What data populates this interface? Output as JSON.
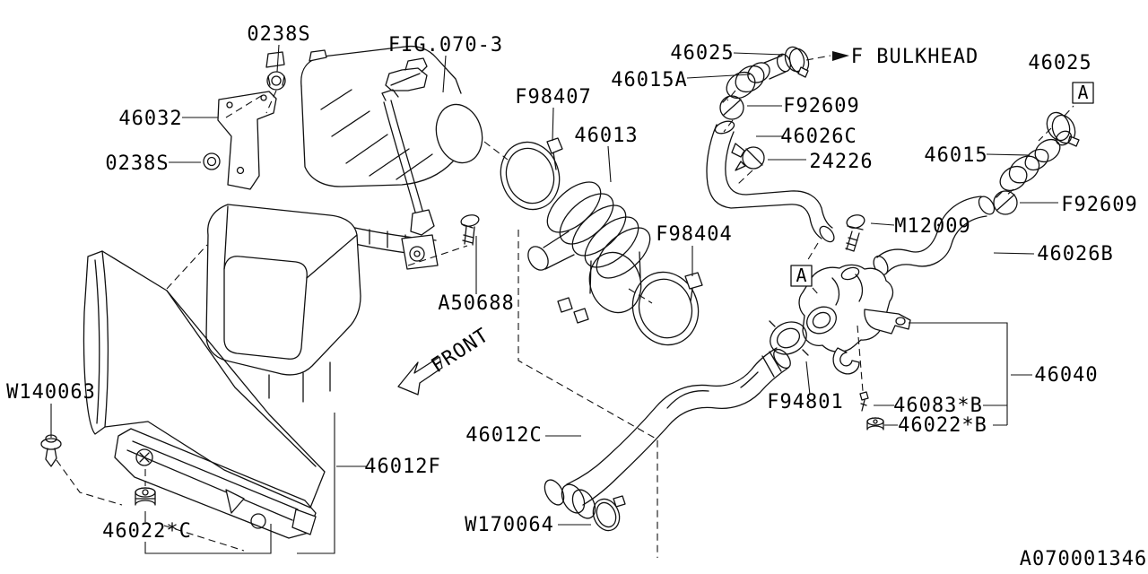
{
  "diagram": {
    "drawing_number": "A070001346",
    "figure_reference": "FIG.070-3",
    "direction_label": "FRONT",
    "bulkhead_label": "F BULKHEAD",
    "section_marker": "A",
    "labels": {
      "nut_top": "0238S",
      "bracket_46032": "46032",
      "nut_left": "0238S",
      "clamp_f98407": "F98407",
      "boot_46013": "46013",
      "conn_46025_left": "46025",
      "fitting_46015a": "46015A",
      "conn_46025_right": "46025",
      "clamp_f92609_left": "F92609",
      "hose_46026c": "46026C",
      "clamp_24226": "24226",
      "fitting_46015": "46015",
      "clamp_f92609_right": "F92609",
      "bolt_m12009": "M12009",
      "hose_46026b": "46026B",
      "bolt_a50688": "A50688",
      "clamp_f98404": "F98404",
      "assy_46040": "46040",
      "gasket_f94801": "F94801",
      "bolt_46083b": "46083*B",
      "cushion_46022b": "46022*B",
      "clip_w140063": "W140063",
      "duct_46012c": "46012C",
      "duct_46012f": "46012F",
      "cushion_46022c": "46022*C",
      "clamp_w170064": "W170064"
    }
  }
}
